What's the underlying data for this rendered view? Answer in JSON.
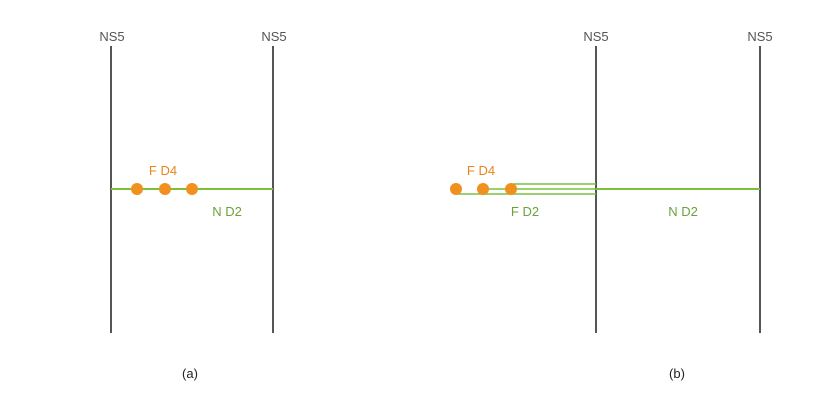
{
  "colors": {
    "ns5_line": "#555555",
    "brane_green": "#7cbf3f",
    "d4_orange": "#f0901e",
    "label_orange": "#e8861e",
    "label_green": "#6aa33a"
  },
  "panel_a": {
    "ns5_left_label": "NS5",
    "ns5_right_label": "NS5",
    "fd4_label": "F D4",
    "nd2_label": "N D2",
    "caption": "(a)",
    "fd4_count": 3
  },
  "panel_b": {
    "ns5_left_label": "NS5",
    "ns5_right_label": "NS5",
    "fd4_label": "F D4",
    "fd2_label": "F D2",
    "nd2_label": "N D2",
    "caption": "(b)",
    "fd4_count": 3
  }
}
